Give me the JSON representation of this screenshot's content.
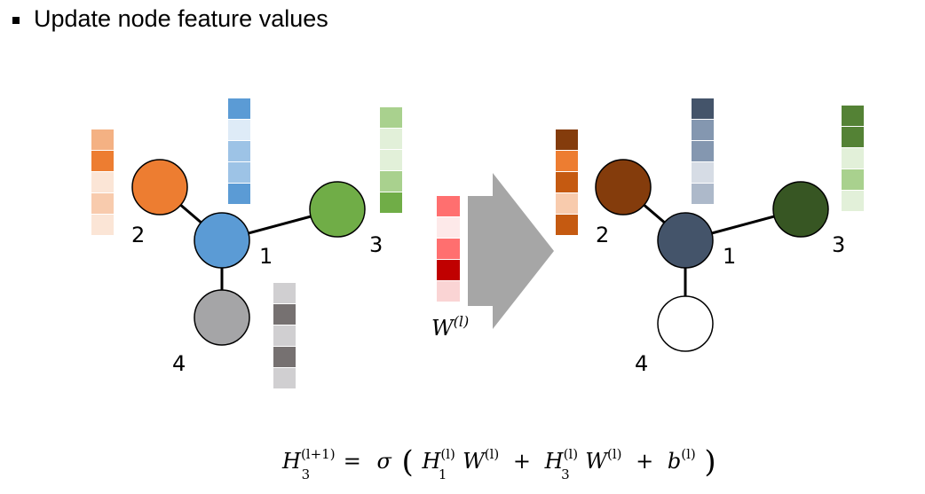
{
  "title": "Update node feature values",
  "left_graph": {
    "labels": [
      "1",
      "2",
      "3",
      "4"
    ],
    "node_colors": {
      "n1": "#5b9bd5",
      "n2": "#ed7d31",
      "n3": "#70ad47",
      "n4": "#a5a5a7"
    },
    "vectors": {
      "v1": [
        "#5b9bd5",
        "#deebf7",
        "#9dc3e6",
        "#9dc3e6",
        "#5b9bd5"
      ],
      "v2": [
        "#f4b183",
        "#ed7d31",
        "#fbe5d6",
        "#f8cbad",
        "#fbe5d6"
      ],
      "v3": [
        "#a9d18e",
        "#e2f0d9",
        "#e2f0d9",
        "#a9d18e",
        "#70ad47"
      ],
      "v4": [
        "#d0cfd1",
        "#767171",
        "#d0cfd1",
        "#767171",
        "#d0cfd1"
      ]
    }
  },
  "weight": {
    "label_base": "W",
    "label_sup": "(l)",
    "vector": [
      "#ff6f6f",
      "#fde9e9",
      "#ff6f6f",
      "#c00000",
      "#fad4d4"
    ],
    "arrow_color": "#a6a6a6"
  },
  "right_graph": {
    "labels": [
      "1",
      "2",
      "3",
      "4"
    ],
    "node_colors": {
      "n1": "#44546a",
      "n2": "#843c0c",
      "n3": "#375623",
      "n4": "#ffffff"
    },
    "vectors": {
      "v1": [
        "#44546a",
        "#8497b0",
        "#8497b0",
        "#d6dce5",
        "#adb9ca"
      ],
      "v2": [
        "#843c0c",
        "#ed7d31",
        "#c55a11",
        "#f8cbad",
        "#c55a11"
      ],
      "v3": [
        "#548235",
        "#548235",
        "#e2f0d9",
        "#a9d18e",
        "#e2f0d9"
      ]
    }
  },
  "equation": {
    "lhs": "H",
    "lhs_sub": "3",
    "lhs_sup": "(l+1)",
    "eq": "=",
    "sigma": "σ",
    "open": "(",
    "t1": "H",
    "t1_sub": "1",
    "t1_sup": "(l)",
    "w1": "W",
    "w1_sup": "(l)",
    "plus1": "+",
    "t2": "H",
    "t2_sub": "3",
    "t2_sup": "(l)",
    "w2": "W",
    "w2_sup": "(l)",
    "plus2": "+",
    "b": "b",
    "b_sup": "(l)",
    "close": ")"
  }
}
